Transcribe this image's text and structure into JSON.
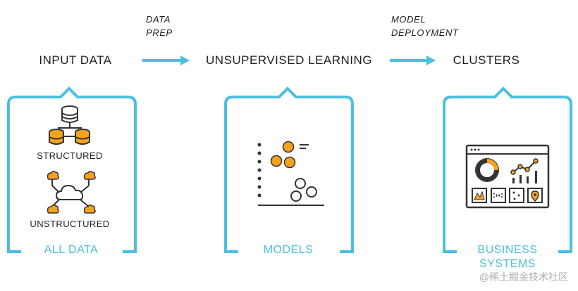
{
  "stages": {
    "input": {
      "title": "INPUT DATA",
      "box_label": "ALL DATA",
      "structured_label": "STRUCTURED",
      "unstructured_label": "UNSTRUCTURED"
    },
    "learning": {
      "title": "UNSUPERVISED LEARNING",
      "box_label": "MODELS"
    },
    "clusters": {
      "title": "CLUSTERS",
      "box_label": "BUSINESS SYSTEMS"
    }
  },
  "arrows": {
    "prep": {
      "line1": "DATA",
      "line2": "PREP"
    },
    "deploy": {
      "line1": "MODEL",
      "line2": "DEPLOYMENT"
    }
  },
  "watermark": "@稀土掘金技术社区",
  "colors": {
    "accent": "#4bbfe0",
    "orange": "#f5a21f",
    "ink": "#333333"
  },
  "icons": {
    "database": "database-network-icon",
    "cloud": "cloud-network-icon",
    "scatter": "scatter-plot-icon",
    "dashboard": "dashboard-icon"
  }
}
